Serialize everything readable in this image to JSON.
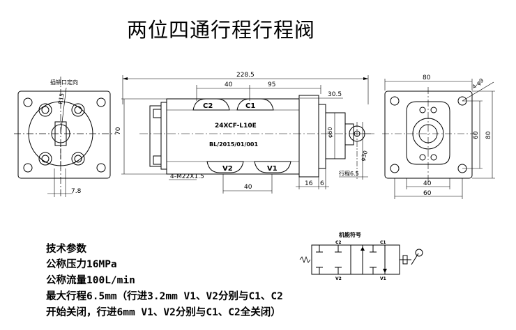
{
  "title": "两位四通行程行程阀",
  "side_view": {
    "annotation": "插销口定向",
    "dim_r": "R15",
    "dim_bottom": "7.8"
  },
  "main_view": {
    "dim_overall": "228.5",
    "dim_top_40": "40",
    "dim_top_95": "95",
    "dim_30_5": "30.5",
    "dim_height": "70",
    "port_c2": "C2",
    "port_c1": "C1",
    "port_v2": "V2",
    "port_v1": "V1",
    "model": "24XCF-L10E",
    "serial": "BL/2015/01/001",
    "thread": "4-M22X1.5",
    "dim_bottom_40": "40",
    "dim_16": "16",
    "dim_6": "6",
    "dim_dia60": "φ60",
    "dim_dia30": "φ30",
    "dim_stroke": "行程6.5"
  },
  "end_view": {
    "dim_80_top": "80",
    "dim_holes": "4-φ9",
    "dim_60_right": "60",
    "dim_80_right": "80",
    "dim_40_bottom": "40",
    "dim_60_bottom": "60"
  },
  "symbol": {
    "title": "机能符号",
    "c2": "C2",
    "c1": "C1",
    "v2": "V2",
    "v1": "V1"
  },
  "specs": {
    "heading": "技术参数",
    "pressure": "公称压力16MPa",
    "flow": "公称流量100L/min",
    "stroke_line1": "最大行程6.5mm（行进3.2mm V1、V2分别与C1、C2",
    "stroke_line2": "开始关闭，行进6mm V1、V2分别与C1、C2全关闭）"
  }
}
